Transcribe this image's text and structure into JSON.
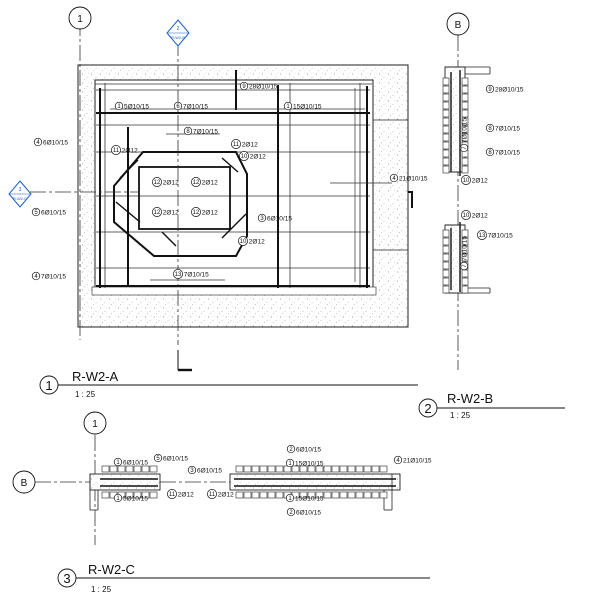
{
  "grids": {
    "g1": "1",
    "gB": "B"
  },
  "section_tags": {
    "top": {
      "num": "2",
      "ref": "R-W2-B"
    },
    "left": {
      "num": "3",
      "ref": "R-W2-C"
    }
  },
  "views": {
    "a": {
      "num": "1",
      "name": "R-W2-A",
      "scale": "1 : 25"
    },
    "b": {
      "num": "2",
      "name": "R-W2-B",
      "scale": "1 : 25"
    },
    "c": {
      "num": "3",
      "name": "R-W2-C",
      "scale": "1 : 25"
    }
  },
  "plan_a": [
    {
      "n": "9",
      "t": "28Ø10/15"
    },
    {
      "n": "1",
      "t": "5Ø10/15"
    },
    {
      "n": "6",
      "t": "7Ø10/15"
    },
    {
      "n": "1",
      "t": "15Ø10/15"
    },
    {
      "n": "8",
      "t": "7Ø10/15"
    },
    {
      "n": "4",
      "t": "6Ø10/15"
    },
    {
      "n": "11",
      "t": "2Ø12"
    },
    {
      "n": "11",
      "t": "2Ø12"
    },
    {
      "n": "10",
      "t": "2Ø12"
    },
    {
      "n": "12",
      "t": "2Ø12"
    },
    {
      "n": "12",
      "t": "2Ø12"
    },
    {
      "n": "12",
      "t": "2Ø12"
    },
    {
      "n": "12",
      "t": "2Ø12"
    },
    {
      "n": "4",
      "t": "21Ø10/15"
    },
    {
      "n": "5",
      "t": "6Ø10/15"
    },
    {
      "n": "3",
      "t": "6Ø10/15"
    },
    {
      "n": "10",
      "t": "2Ø12"
    },
    {
      "n": "4",
      "t": "7Ø10/15"
    },
    {
      "n": "13",
      "t": "7Ø10/15"
    }
  ],
  "section_b": [
    {
      "n": "9",
      "t": "28Ø10/15"
    },
    {
      "n": "8",
      "t": "7Ø10/15"
    },
    {
      "n": "8",
      "t": "7Ø10/15"
    },
    {
      "n": "7",
      "t": "7Ø10/15"
    },
    {
      "n": "10",
      "t": "2Ø12"
    },
    {
      "n": "10",
      "t": "2Ø12"
    },
    {
      "n": "13",
      "t": "7Ø10/15"
    },
    {
      "n": "7",
      "t": "7Ø10/15"
    }
  ],
  "section_c": [
    {
      "n": "1",
      "t": "6Ø10/15"
    },
    {
      "n": "5",
      "t": "6Ø10/15"
    },
    {
      "n": "1",
      "t": "5Ø10/15"
    },
    {
      "n": "11",
      "t": "2Ø12"
    },
    {
      "n": "3",
      "t": "6Ø10/15"
    },
    {
      "n": "11",
      "t": "2Ø12"
    },
    {
      "n": "2",
      "t": "6Ø10/15"
    },
    {
      "n": "1",
      "t": "15Ø10/15"
    },
    {
      "n": "4",
      "t": "21Ø10/15"
    },
    {
      "n": "1",
      "t": "15Ø10/15"
    },
    {
      "n": "2",
      "t": "6Ø10/15"
    }
  ]
}
